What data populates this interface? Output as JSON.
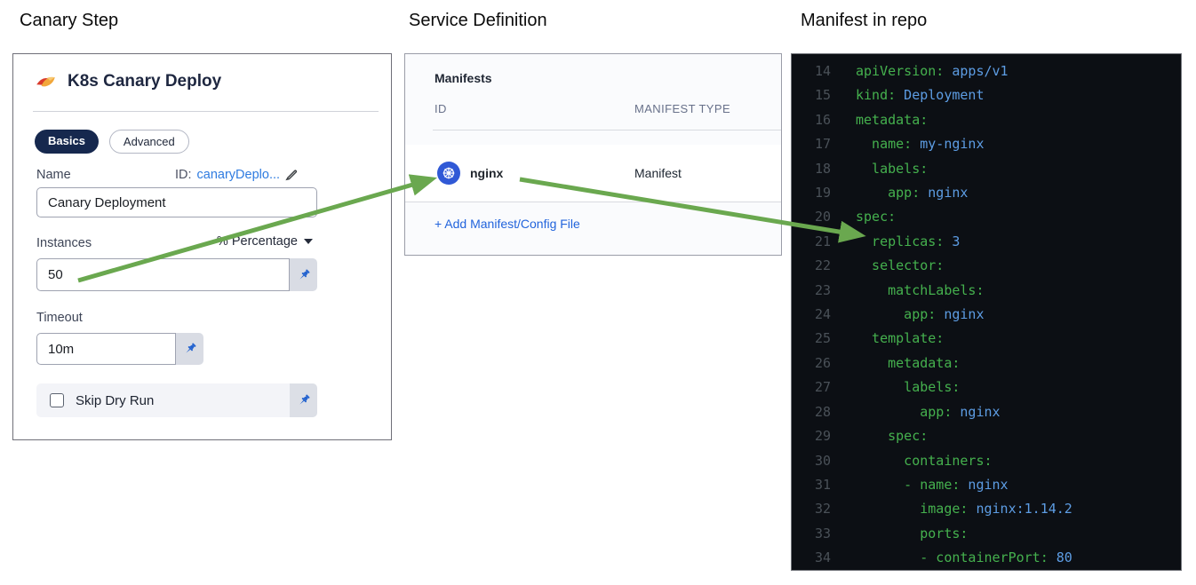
{
  "titles": {
    "panel1": "Canary Step",
    "panel2": "Service Definition",
    "panel3": "Manifest in repo"
  },
  "canary_step": {
    "header": "K8s Canary Deploy",
    "tabs": [
      {
        "label": "Basics",
        "active": true
      },
      {
        "label": "Advanced",
        "active": false
      }
    ],
    "name_label": "Name",
    "id_prefix": "ID:",
    "id_value": "canaryDeplo...",
    "name_value": "Canary Deployment",
    "instances_label": "Instances",
    "instances_unit": "% Percentage",
    "instances_value": "50",
    "timeout_label": "Timeout",
    "timeout_value": "10m",
    "skip_dry_run_label": "Skip Dry Run",
    "skip_dry_run_checked": false
  },
  "service_definition": {
    "section_title": "Manifests",
    "columns": {
      "id": "ID",
      "type": "MANIFEST TYPE"
    },
    "rows": [
      {
        "id": "nginx",
        "type": "Manifest",
        "icon": "kubernetes-icon"
      }
    ],
    "add_link": "+ Add Manifest/Config File"
  },
  "code_panel": {
    "language": "yaml",
    "lines": [
      {
        "n": 14,
        "i": 0,
        "k": "apiVersion:",
        "v": " apps/v1"
      },
      {
        "n": 15,
        "i": 0,
        "k": "kind:",
        "v": " Deployment"
      },
      {
        "n": 16,
        "i": 0,
        "k": "metadata:",
        "v": ""
      },
      {
        "n": 17,
        "i": 2,
        "k": "name:",
        "v": " my-nginx"
      },
      {
        "n": 18,
        "i": 2,
        "k": "labels:",
        "v": ""
      },
      {
        "n": 19,
        "i": 4,
        "k": "app:",
        "v": " nginx"
      },
      {
        "n": 20,
        "i": 0,
        "k": "spec:",
        "v": ""
      },
      {
        "n": 21,
        "i": 2,
        "k": "replicas:",
        "v": " 3"
      },
      {
        "n": 22,
        "i": 2,
        "k": "selector:",
        "v": ""
      },
      {
        "n": 23,
        "i": 4,
        "k": "matchLabels:",
        "v": ""
      },
      {
        "n": 24,
        "i": 6,
        "k": "app:",
        "v": " nginx"
      },
      {
        "n": 25,
        "i": 2,
        "k": "template:",
        "v": ""
      },
      {
        "n": 26,
        "i": 4,
        "k": "metadata:",
        "v": ""
      },
      {
        "n": 27,
        "i": 6,
        "k": "labels:",
        "v": ""
      },
      {
        "n": 28,
        "i": 8,
        "k": "app:",
        "v": " nginx"
      },
      {
        "n": 29,
        "i": 4,
        "k": "spec:",
        "v": ""
      },
      {
        "n": 30,
        "i": 6,
        "k": "containers:",
        "v": ""
      },
      {
        "n": 31,
        "i": 6,
        "k": "- name:",
        "v": " nginx"
      },
      {
        "n": 32,
        "i": 8,
        "k": "image:",
        "v": " nginx:1.14.2"
      },
      {
        "n": 33,
        "i": 8,
        "k": "ports:",
        "v": ""
      },
      {
        "n": 34,
        "i": 8,
        "k": "- containerPort:",
        "v": " 80"
      }
    ]
  },
  "annotations": {
    "arrow_1": "instances-50-to-nginx-manifest",
    "arrow_2": "nginx-manifest-to-replicas-3"
  },
  "colors": {
    "arrow_green": "#6aa84f",
    "pin_blue": "#2463cf",
    "k8s_blue": "#3059d6",
    "link_blue": "#2264dc",
    "tab_active_bg": "#16284e",
    "yaml_key_green": "#45b14e",
    "yaml_value_blue": "#5d9de4",
    "code_bg": "#0c0f14"
  }
}
